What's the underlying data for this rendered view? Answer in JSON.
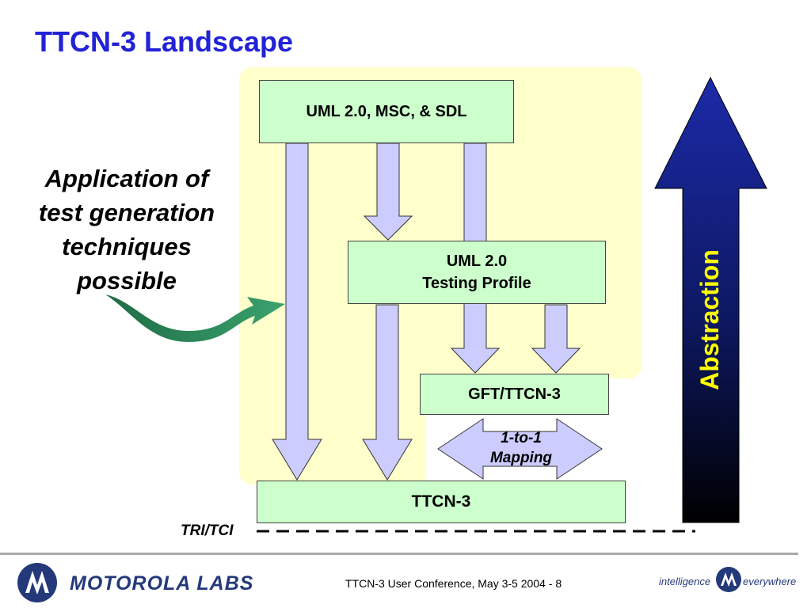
{
  "title": "TTCN-3 Landscape",
  "side_note": {
    "lines": [
      "Application of",
      "test generation",
      "techniques",
      "possible"
    ]
  },
  "boxes": {
    "uml_msc_sdl": "UML 2.0, MSC, & SDL",
    "testing_profile": [
      "UML 2.0",
      "Testing Profile"
    ],
    "gft": "GFT/TTCN-3",
    "ttcn3": "TTCN-3"
  },
  "mapping": [
    "1-to-1",
    "Mapping"
  ],
  "abstraction_label": "Abstraction",
  "interface_label": "TRI/TCI",
  "footer": {
    "brand": "MOTOROLA LABS",
    "conference": "TTCN-3 User Conference, May 3-5 2004 - 8",
    "tagline_left": "intelligence",
    "tagline_right": "everywhere"
  },
  "colors": {
    "title": "#2222d6",
    "box_fill": "#ccffcc",
    "arrow_fill": "#ccccff",
    "region_fill": "#ffffcc",
    "abstraction_text": "#ffff00",
    "curved_arrow": "#2e8b57",
    "brand": "#24397a"
  }
}
